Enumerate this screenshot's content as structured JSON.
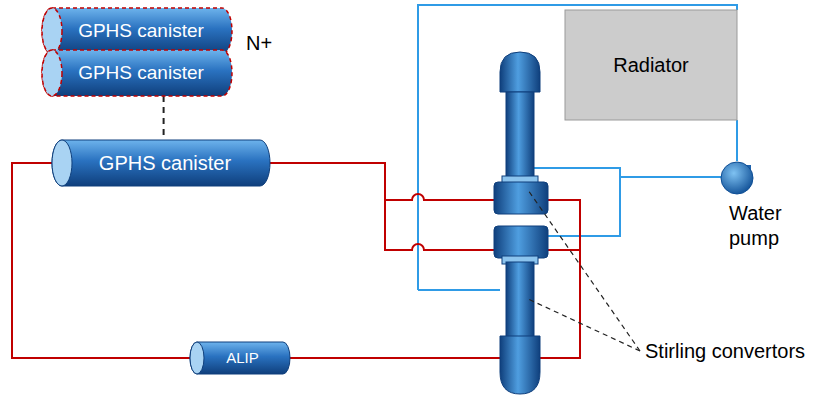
{
  "diagram": {
    "nodes": [
      {
        "text": [
          "GPHS canister"
        ]
      },
      {
        "text": [
          "GPHS canister"
        ]
      },
      {
        "text": [
          "GPHS canister"
        ]
      },
      {
        "text": [
          "ALIP"
        ]
      },
      {
        "text": [
          "Radiator"
        ]
      },
      {
        "text": [
          "Water pump"
        ]
      }
    ],
    "edges": [
      {
        "from": 1,
        "to": 2,
        "arrow": "none"
      },
      {
        "from": 2,
        "to": 3,
        "arrow": "none"
      },
      {
        "from": 4,
        "to": 5,
        "arrow": "none"
      }
    ],
    "labels": [
      "N+",
      "Stirling convertors"
    ]
  }
}
